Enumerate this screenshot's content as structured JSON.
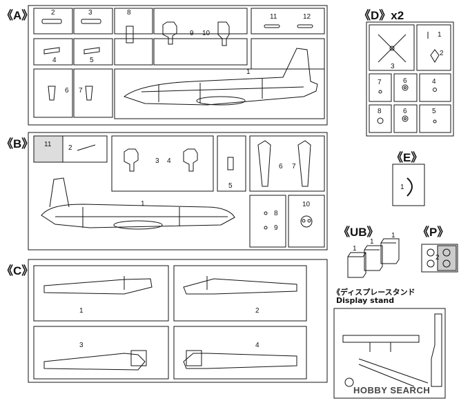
{
  "sprues": {
    "A": {
      "label": "《A》",
      "parts": [
        "2",
        "3",
        "8",
        "9",
        "10",
        "11",
        "12",
        "4",
        "5",
        "6",
        "7",
        "1"
      ]
    },
    "B": {
      "label": "《B》",
      "parts": [
        "11",
        "2",
        "3",
        "4",
        "6",
        "7",
        "5",
        "1",
        "8",
        "9",
        "10"
      ]
    },
    "C": {
      "label": "《C》",
      "parts": [
        "1",
        "2",
        "3",
        "4"
      ]
    },
    "D": {
      "label": "《D》x2",
      "parts": [
        "1",
        "2",
        "3",
        "7",
        "6",
        "4",
        "8",
        "6",
        "5"
      ]
    },
    "E": {
      "label": "《E》",
      "parts": [
        "1"
      ]
    },
    "UB": {
      "label": "《UB》",
      "parts": [
        "1",
        "1",
        "1"
      ]
    },
    "P": {
      "label": "《P》",
      "parts": [
        "2"
      ]
    }
  },
  "display_stand": {
    "title_jp": "《ディスプレースタンド",
    "title_en": "Display stand"
  },
  "watermark": {
    "text": "HOBBY SEARCH"
  }
}
